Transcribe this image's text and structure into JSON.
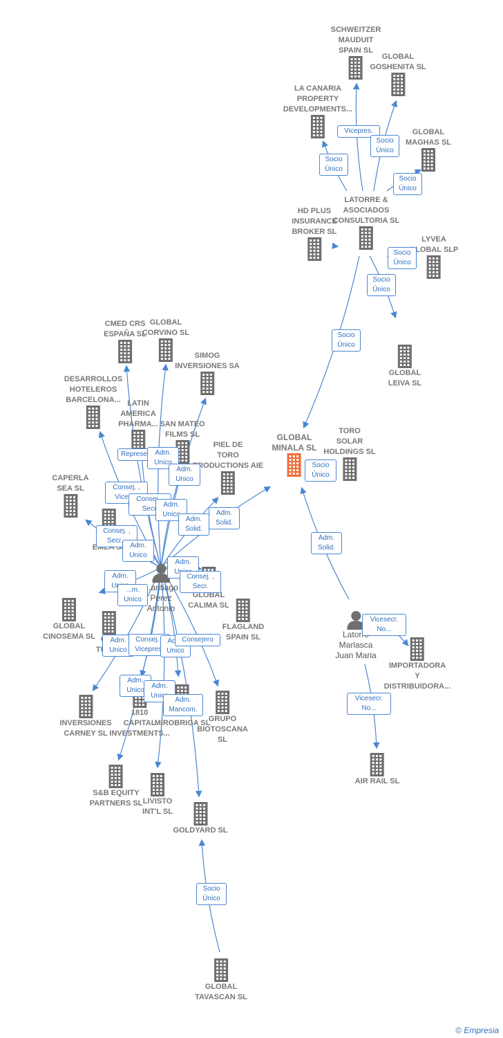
{
  "companies": [
    {
      "id": "c-schweitzer",
      "label": "SCHWEITZER\nMAUDUIT\nSPAIN SL"
    },
    {
      "id": "c-goshenita",
      "label": "GLOBAL\nGOSHENITA SL"
    },
    {
      "id": "c-lacanaria",
      "label": "LA CANARIA\nPROPERTY\nDEVELOPMENTS..."
    },
    {
      "id": "c-maghas",
      "label": "GLOBAL\nMAGHAS SL"
    },
    {
      "id": "c-latorre",
      "label": "LATORRE &\nASOCIADOS\nCONSULTORIA SL"
    },
    {
      "id": "c-hdplus",
      "label": "HD PLUS\nINSURANCE\nBROKER SL"
    },
    {
      "id": "c-lyvea",
      "label": "LYVEA\nGLOBAL SLP"
    },
    {
      "id": "c-leiva",
      "label": "GLOBAL\nLEIVA SL"
    },
    {
      "id": "c-minala",
      "label": "GLOBAL\nMINALA SL"
    },
    {
      "id": "c-torosolar",
      "label": "TORO\nSOLAR\nHOLDINGS SL"
    },
    {
      "id": "c-cmed",
      "label": "CMED CRS\nESPAÑA SL"
    },
    {
      "id": "c-corvino",
      "label": "GLOBAL\nCORVINO SL"
    },
    {
      "id": "c-simog",
      "label": "SIMOG\nINVERSIONES SA"
    },
    {
      "id": "c-desarrollos",
      "label": "DESARROLLOS\nHOTELEROS\nBARCELONA..."
    },
    {
      "id": "c-latin",
      "label": "LATIN\nAMERICA\nPHARMA..."
    },
    {
      "id": "c-sanmateo",
      "label": "SAN MATEO\nFILMS SL"
    },
    {
      "id": "c-pieldetoro",
      "label": "PIEL DE\nTORO\nPRODUCTIONS AIE"
    },
    {
      "id": "c-caperla",
      "label": "CAPERLA\nSEA SL"
    },
    {
      "id": "c-liemea",
      "label": "LI...\nEMEA SL"
    },
    {
      "id": "c-calima",
      "label": "GLOBAL\nCALIMA SL"
    },
    {
      "id": "c-cinosema",
      "label": "GLOBAL\nCINOSEMA SL"
    },
    {
      "id": "c-tupa",
      "label": "GL...\nTUPA..."
    },
    {
      "id": "c-flagland",
      "label": "FLAGLAND\nSPAIN SL"
    },
    {
      "id": "c-carney",
      "label": "INVERSIONES\nCARNEY SL"
    },
    {
      "id": "c-1810",
      "label": "1810\nCAPITAL\nINVESTMENTS..."
    },
    {
      "id": "c-mirobriga",
      "label": "GLOBAL\nMIROBRIGA SL"
    },
    {
      "id": "c-biotoscana",
      "label": "GRUPO\nBIOTOSCANA\nSL"
    },
    {
      "id": "c-sb",
      "label": "S&B EQUITY\nPARTNERS SL"
    },
    {
      "id": "c-livisto",
      "label": "LIVISTO\nINT'L SL"
    },
    {
      "id": "c-goldyard",
      "label": "GOLDYARD SL"
    },
    {
      "id": "c-tavascan",
      "label": "GLOBAL\nTAVASCAN SL"
    },
    {
      "id": "c-importadora",
      "label": "IMPORTADORA\nY\nDISTRIBUIDORA..."
    },
    {
      "id": "c-airrail",
      "label": "AIR RAIL SL"
    }
  ],
  "persons": [
    {
      "id": "p-santiago",
      "label": "...antiago\nPerez\nAntonio"
    },
    {
      "id": "p-latorre",
      "label": "Latorre\nMarlasca\nJuan Maria"
    }
  ],
  "edge_labels": [
    {
      "id": "e1",
      "text": "Vicepres."
    },
    {
      "id": "e2",
      "text": "Socio\nÚnico"
    },
    {
      "id": "e3",
      "text": "Socio\nÚnico"
    },
    {
      "id": "e4",
      "text": "Socio\nÚnico"
    },
    {
      "id": "e5",
      "text": "Socio\nÚnico"
    },
    {
      "id": "e6",
      "text": "Socio\nÚnico"
    },
    {
      "id": "e7",
      "text": "Socio\nÚnico"
    },
    {
      "id": "e8",
      "text": "Socio\nÚnico"
    },
    {
      "id": "e9",
      "text": "Adm.\nSolid."
    },
    {
      "id": "e10",
      "text": "Vicesecr.\nNo..."
    },
    {
      "id": "e11",
      "text": "Vicesecr.\nNo..."
    },
    {
      "id": "e12",
      "text": "Represe..."
    },
    {
      "id": "e13",
      "text": "Adm.\nUnico"
    },
    {
      "id": "e14",
      "text": "Adm.\nUnico"
    },
    {
      "id": "e15",
      "text": "Consej. ,\nVicep..."
    },
    {
      "id": "e16",
      "text": "Consej. ,\nSecr."
    },
    {
      "id": "e17",
      "text": "Adm.\nUnico"
    },
    {
      "id": "e18",
      "text": "Adm.\nSolid."
    },
    {
      "id": "e19",
      "text": "Adm.\nSolid."
    },
    {
      "id": "e20",
      "text": "Consej. ,\nSecr..."
    },
    {
      "id": "e21",
      "text": "Adm.\nUnico"
    },
    {
      "id": "e22",
      "text": "Adm.\nUnico"
    },
    {
      "id": "e23",
      "text": "Consej. ,\nSecr."
    },
    {
      "id": "e24",
      "text": "Adm.\nUnico"
    },
    {
      "id": "e25",
      "text": "...m.\nUnico"
    },
    {
      "id": "e26",
      "text": "Adm.\nUnico"
    },
    {
      "id": "e27",
      "text": "Consej. ,\nVicepres."
    },
    {
      "id": "e28",
      "text": "Adm.\nUnico"
    },
    {
      "id": "e29",
      "text": "Consejero"
    },
    {
      "id": "e30",
      "text": "Adm.\nUnico"
    },
    {
      "id": "e31",
      "text": "Adm.\nUnico"
    },
    {
      "id": "e32",
      "text": "Adm.\nMancom."
    },
    {
      "id": "e33",
      "text": "Socio\nÚnico"
    }
  ],
  "footer": {
    "copyright": "©",
    "brand": "Empresia"
  },
  "colors": {
    "building": "#6f6f6f",
    "focus": "#f26b3a",
    "edge": "#4a86d4",
    "label_text": "#777777"
  }
}
